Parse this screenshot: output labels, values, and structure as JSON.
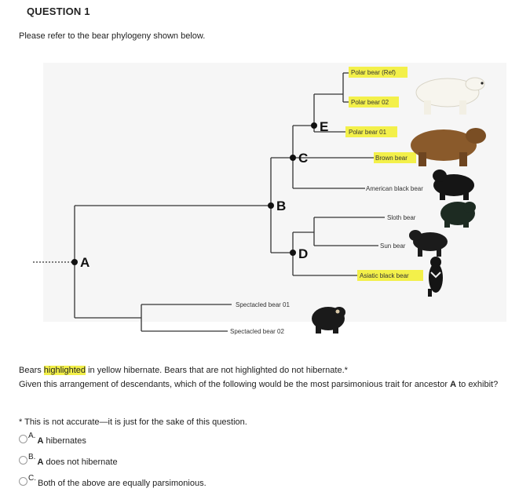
{
  "question": {
    "title": "QUESTION 1",
    "intro": "Please refer to the bear phylogeny shown below."
  },
  "tree": {
    "node_labels": [
      "A",
      "B",
      "C",
      "D",
      "E"
    ],
    "taxa": [
      {
        "name": "Polar bear (Ref)",
        "highlighted": true
      },
      {
        "name": "Polar bear 02",
        "highlighted": true
      },
      {
        "name": "Polar bear 01",
        "highlighted": true
      },
      {
        "name": "Brown bear",
        "highlighted": true
      },
      {
        "name": "American black bear",
        "highlighted": false
      },
      {
        "name": "Sloth bear",
        "highlighted": false
      },
      {
        "name": "Sun bear",
        "highlighted": false
      },
      {
        "name": "Asiatic black bear",
        "highlighted": true
      },
      {
        "name": "Spectacled bear 01",
        "highlighted": false
      },
      {
        "name": "Spectacled bear 02",
        "highlighted": false
      }
    ],
    "highlight_color": "#f3f04a",
    "line_color": "#333333"
  },
  "body": {
    "p1_before": "Bears ",
    "p1_highlight": "highlighted",
    "p1_after": " in yellow hibernate.  Bears that are not highlighted do not hibernate.*",
    "p2_before": "Given this arrangement of descendants, which of the following would be the most parsimonious trait for ancestor ",
    "p2_bold": "A",
    "p2_after": " to exhibit?",
    "footnote": "* This is not accurate—it is just for the sake of this question."
  },
  "choices": [
    {
      "letter": "A.",
      "bold": "A",
      "text": " hibernates"
    },
    {
      "letter": "B.",
      "bold": "A",
      "text": " does not hibernate"
    },
    {
      "letter": "C.",
      "bold": "",
      "text": "Both of the above are equally parsimonious."
    }
  ]
}
